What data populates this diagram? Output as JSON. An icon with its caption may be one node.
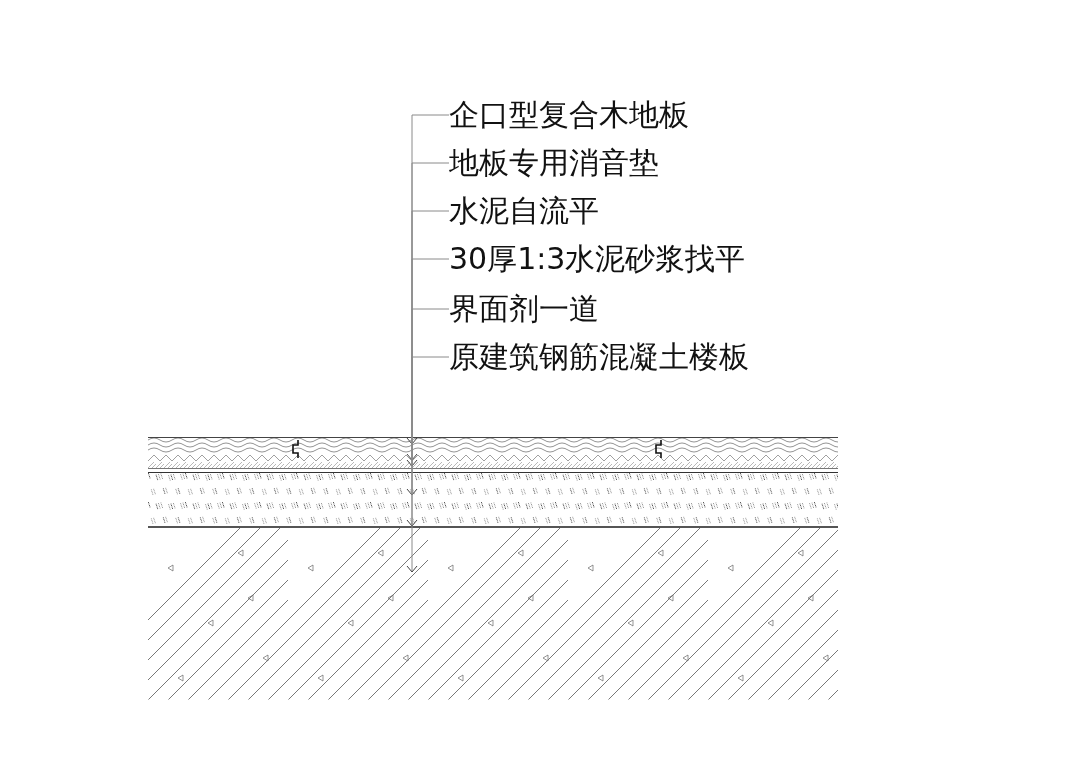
{
  "diagram": {
    "nodes": [
      {
        "text": [
          "企口型复合木地板"
        ]
      },
      {
        "text": [
          "地板专用消音垫"
        ]
      },
      {
        "text": [
          "水泥自流平"
        ]
      },
      {
        "text": [
          "30厚1:3水泥砂浆找平"
        ]
      },
      {
        "text": [
          "界面剂一道"
        ]
      },
      {
        "text": [
          "原建筑钢筋混凝土楼板"
        ]
      },
      {
        "text": [],
        "shape": "bar"
      },
      {
        "text": [],
        "shape": "bar"
      },
      {
        "text": [],
        "shape": "bar"
      },
      {
        "text": [],
        "shape": "bar"
      },
      {
        "text": [],
        "shape": "bar"
      },
      {
        "text": [],
        "shape": "bar"
      }
    ],
    "edges": [
      {
        "from": 0,
        "to": 6,
        "arrow": "to"
      },
      {
        "from": 1,
        "to": 7,
        "arrow": "to"
      },
      {
        "from": 2,
        "to": 8,
        "arrow": "to"
      },
      {
        "from": 3,
        "to": 9,
        "arrow": "to"
      },
      {
        "from": 4,
        "to": 10,
        "arrow": "to"
      },
      {
        "from": 5,
        "to": 11,
        "arrow": "to"
      }
    ]
  }
}
